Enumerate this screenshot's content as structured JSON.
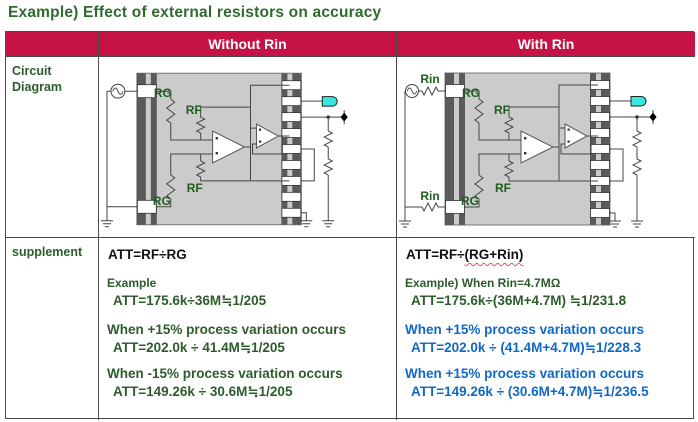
{
  "title": "Example) Effect of external resistors on accuracy",
  "table": {
    "headers": {
      "col_without": "Without Rin",
      "col_with": "With Rin"
    },
    "row_labels": {
      "circuit_line1": "Circuit",
      "circuit_line2": "Diagram",
      "supplement": "supplement"
    }
  },
  "circuit": {
    "rg": "RG",
    "rf": "RF",
    "rin": "Rin"
  },
  "supplement_without": {
    "formula": "ATT=RF÷RG",
    "example_label": "Example",
    "example_calc": "ATT=175.6k÷36M≒1/205",
    "plus_label": "When +15% process variation occurs",
    "plus_calc": "ATT=202.0k ÷ 41.4M≒1/205",
    "minus_label": "When -15% process variation occurs",
    "minus_calc": "ATT=149.26k ÷ 30.6M≒1/205"
  },
  "supplement_with": {
    "formula_prefix": "ATT=RF÷",
    "formula_wavy": "(RG+Rin)",
    "example_label": "Example) When Rin=4.7MΩ",
    "example_calc": "ATT=175.6k÷(36M+4.7M) ≒1/231.8",
    "plus_label": "When +15% process variation occurs",
    "plus_calc": "ATT=202.0k ÷ (41.4M+4.7M)≒1/228.3",
    "minus_label": "When +15% process variation occurs",
    "minus_calc": "ATT=149.26k ÷ (30.6M+4.7M)≒1/236.5"
  },
  "colors": {
    "header_bg": "#C61346",
    "title_green": "#2E6B2D",
    "text_green": "#2D5C2B",
    "text_blue": "#1068C8",
    "connector_cyan": "#35E8E0"
  }
}
